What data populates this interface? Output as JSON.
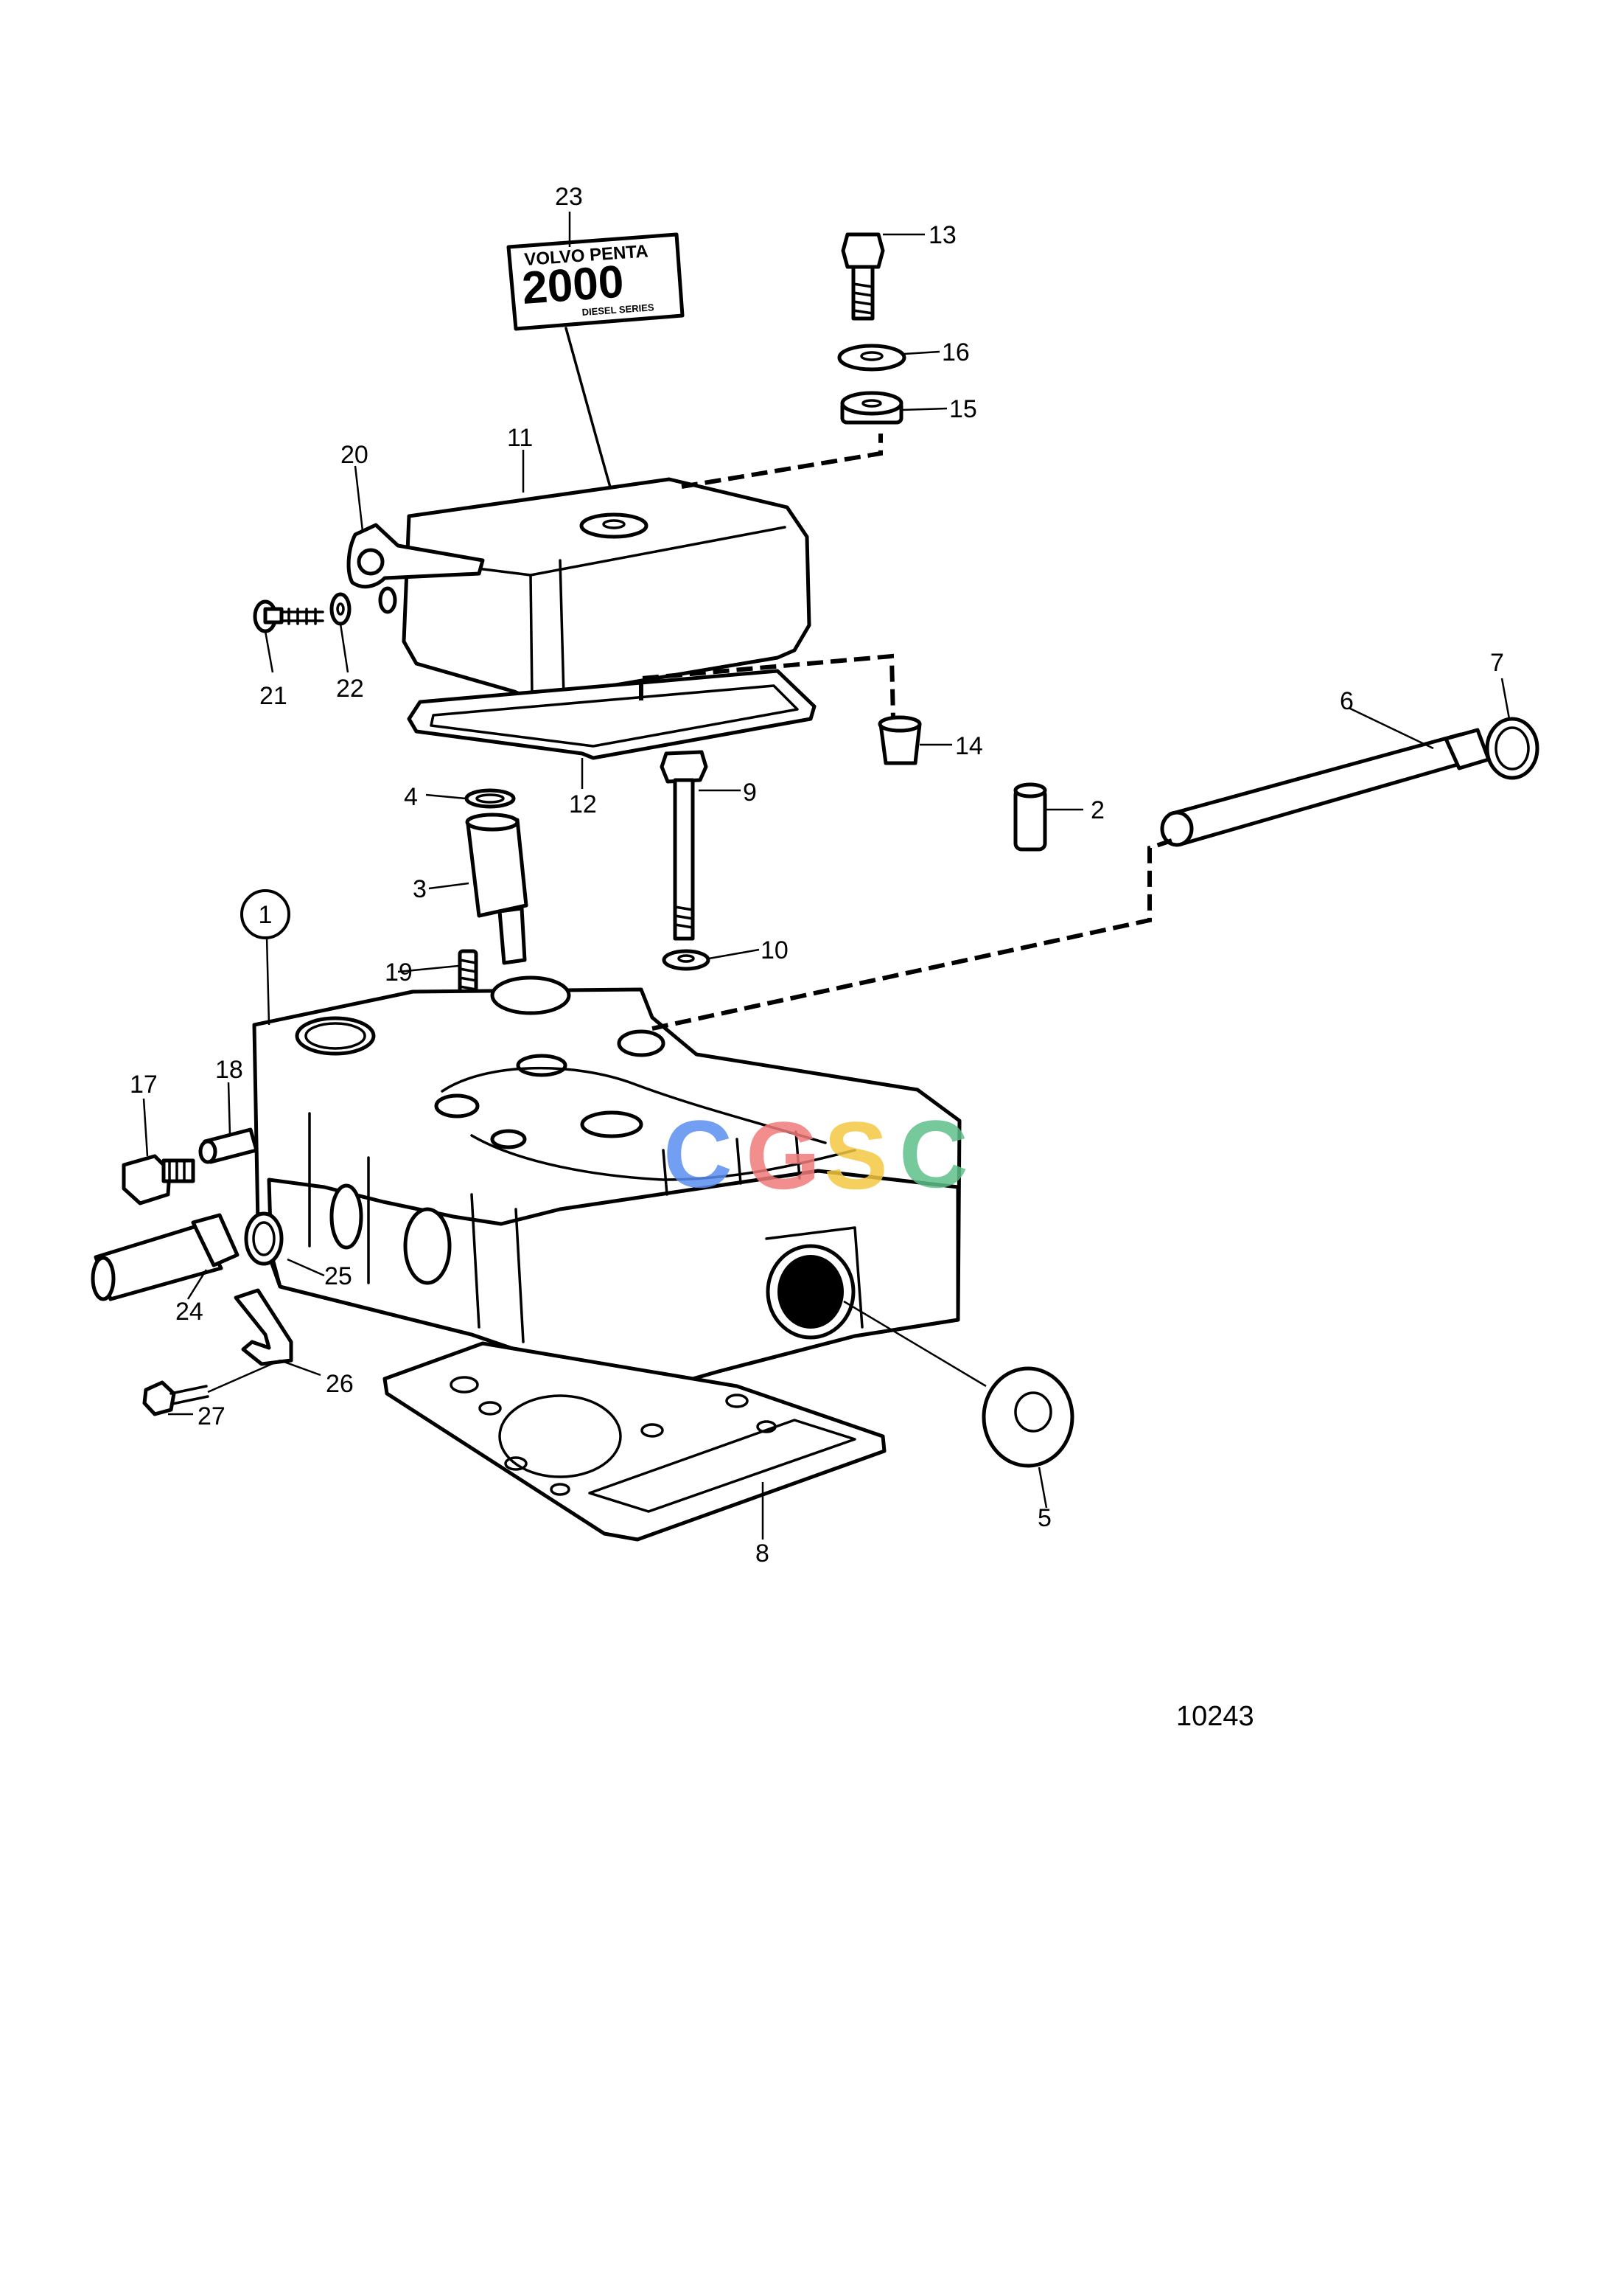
{
  "figure_number": "10243",
  "decal": {
    "brand": "VOLVO PENTA",
    "number": "2000",
    "series": "DIESEL SERIES"
  },
  "watermark": {
    "letters": [
      "C",
      "G",
      "S",
      "C"
    ],
    "colors": [
      "#5b8ff0",
      "#f07b7b",
      "#f5c842",
      "#5fc08a"
    ]
  },
  "callouts": {
    "c1": "1",
    "c2": "2",
    "c3": "3",
    "c4": "4",
    "c5": "5",
    "c6": "6",
    "c7": "7",
    "c8": "8",
    "c9": "9",
    "c10": "10",
    "c11": "11",
    "c12": "12",
    "c13": "13",
    "c14": "14",
    "c15": "15",
    "c16": "16",
    "c17": "17",
    "c18": "18",
    "c19": "19",
    "c20": "20",
    "c21": "21",
    "c22": "22",
    "c23": "23",
    "c24": "24",
    "c25": "25",
    "c26": "26",
    "c27": "27"
  }
}
